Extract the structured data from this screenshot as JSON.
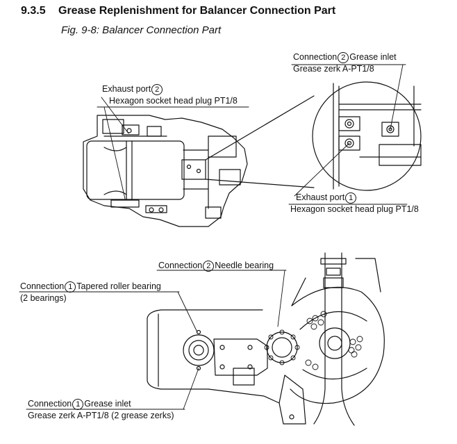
{
  "section": {
    "number": "9.3.5",
    "title": "Grease Replenishment for Balancer Connection Part"
  },
  "figure": {
    "caption": "Fig. 9-8: Balancer Connection Part"
  },
  "callouts": {
    "top_exhaust_2": {
      "prefix": "Exhaust port",
      "num": "2",
      "suffix": "",
      "line2": "Hexagon socket head plug PT1/8"
    },
    "top_inlet_2": {
      "prefix": "Connection",
      "num": "2",
      "suffix": "Grease inlet",
      "line2": "Grease zerk A-PT1/8"
    },
    "top_exhaust_1": {
      "prefix": "Exhaust port",
      "num": "1",
      "suffix": "",
      "line2": "Hexagon socket head plug PT1/8"
    },
    "bottom_needle_2": {
      "prefix": "Connection",
      "num": "2",
      "suffix": "Needle bearing"
    },
    "bottom_tapered_1": {
      "prefix": "Connection",
      "num": "1",
      "suffix": "Tapered roller bearing",
      "line2": "(2 bearings)"
    },
    "bottom_inlet_1": {
      "prefix": "Connection",
      "num": "1",
      "suffix": "Grease inlet",
      "line2": "Grease zerk A-PT1/8 (2 grease zerks)"
    }
  }
}
